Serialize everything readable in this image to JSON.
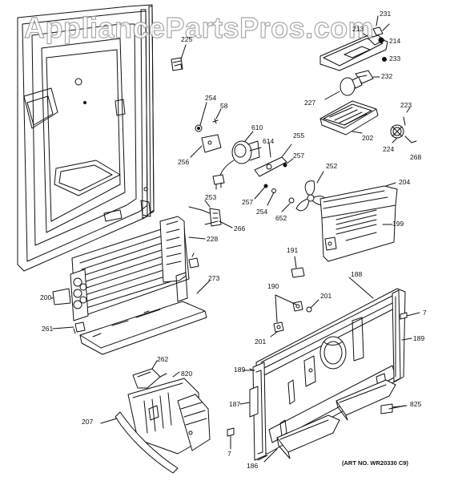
{
  "watermark": "AppliancePartsPros.com",
  "art_number": "(ART NO. WR20330 C9)",
  "callouts": {
    "c231": "231",
    "c213": "213",
    "c214": "214",
    "c233": "233",
    "c225": "225",
    "c232": "232",
    "c227": "227",
    "c254a": "254",
    "c58": "58",
    "c223": "223",
    "c610": "610",
    "c614": "614",
    "c255": "255",
    "c202": "202",
    "c224": "224",
    "c268": "268",
    "c256": "256",
    "c257a": "257",
    "c252": "252",
    "c204": "204",
    "c253": "253",
    "c257b": "257",
    "c254b": "254",
    "c652": "652",
    "c266": "266",
    "c199": "199",
    "c228": "228",
    "c191": "191",
    "c273": "273",
    "c188": "188",
    "c190": "190",
    "c200": "200",
    "c201a": "201",
    "c7a": "7",
    "c261": "261",
    "c201b": "201",
    "c189a": "189",
    "c189b": "189",
    "c262": "262",
    "c820": "820",
    "c187": "187",
    "c825": "825",
    "c207": "207",
    "c7b": "7",
    "c186": "186"
  }
}
